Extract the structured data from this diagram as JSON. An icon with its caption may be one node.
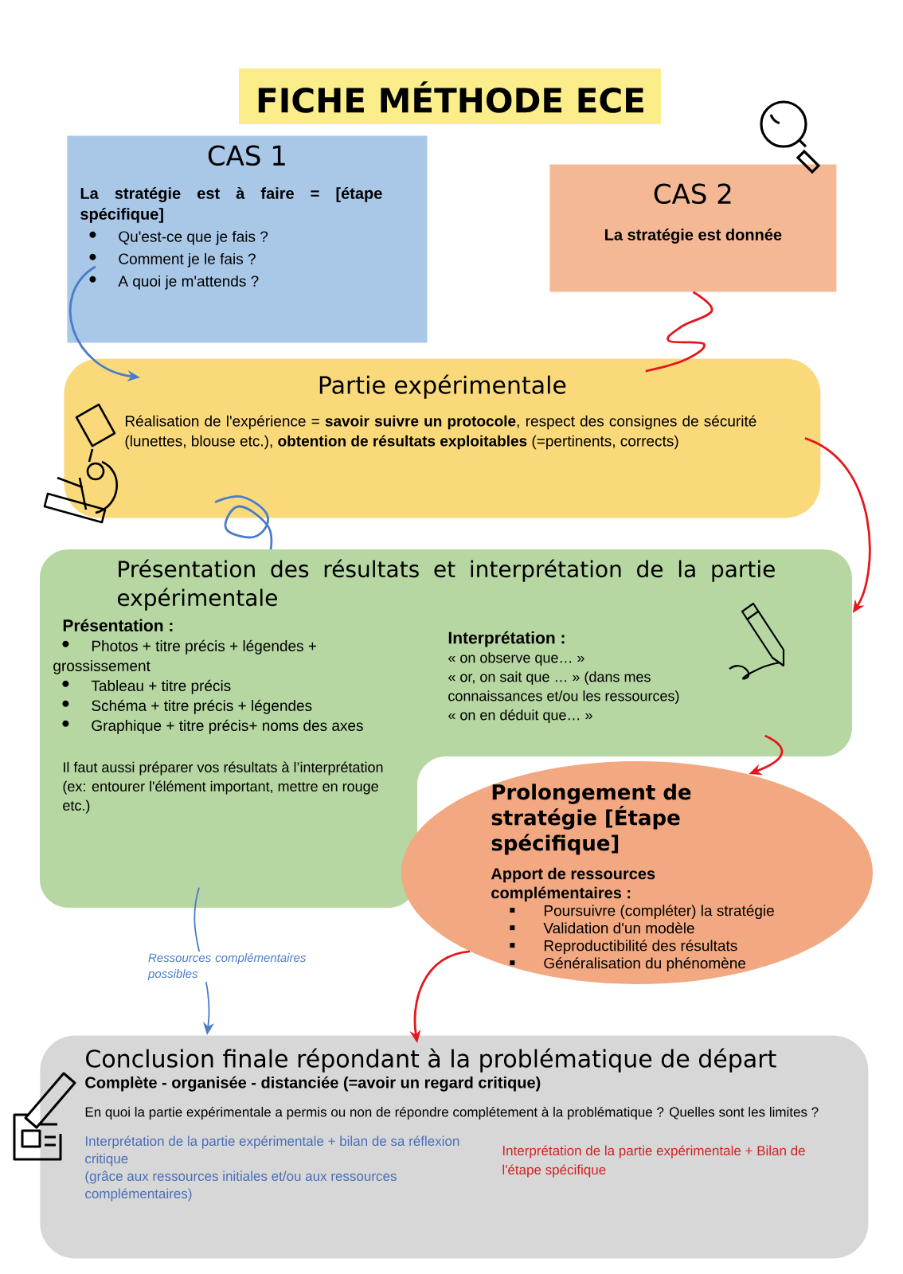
{
  "diagram": {
    "title": "FICHE MÉTHODE ECE",
    "nodes": [
      {
        "text": [
          "CAS 1",
          "La stratégie est à faire = [étape spécifique]",
          "Qu'est-ce que je fais ?",
          "Comment je le fais ?",
          "A quoi je m'attends ?"
        ]
      },
      {
        "text": [
          "CAS 2",
          "La stratégie est donnée"
        ]
      },
      {
        "text": [
          "Partie expérimentale",
          "Réalisation de l'expérience = **savoir suivre un protocole**, respect des consignes de sécurité (lunettes, blouse etc.), **obtention de résultats exploitables** (=pertinents, corrects)"
        ]
      },
      {
        "text": [
          "Présentation des résultats et interprétation de la partie expérimentale",
          "Présentation :",
          "Photos + titre précis + légendes + grossissement",
          "Tableau + titre précis",
          "Schéma + titre précis + légendes",
          "Graphique + titre précis+ noms des axes",
          "Interprétation :",
          "« on observe que… »",
          "« or, on sait que … » (dans mes connaissances et/ou les ressources)",
          "« on en déduit que… »",
          "Il faut aussi préparer vos résultats à l’interprétation (ex: entourer l'élément important, mettre en rouge etc.)"
        ]
      },
      {
        "text": [
          "Prolongement de stratégie [Étape spécifique]",
          "Apport de ressources complémentaires :",
          "Poursuivre (compléter) la stratégie",
          "Validation d'un modèle",
          "Reproductibilité des résultats",
          "Généralisation du phénomène"
        ]
      },
      {
        "text": [
          "Conclusion finale répondant à la problématique de départ",
          "Complète - organisée - distanciée (=avoir un regard critique)",
          "En quoi la partie expérimentale a permis ou non de répondre complétement à la problématique ? Quelles sont les limites ?",
          "Interprétation de la partie expérimentale + bilan de sa réflexion critique",
          "(grâce aux ressources initiales et/ou aux ressources complémentaires)",
          "Interprétation de la partie expérimentale + Bilan de l'étape spécifique"
        ]
      }
    ],
    "edges": [
      {
        "from": 0,
        "to": 2,
        "arrow": "to",
        "color": "#4a7cc9"
      },
      {
        "from": 1,
        "to": 2,
        "arrow": "none"
      },
      {
        "from": 2,
        "to": 3,
        "arrow": "none",
        "color": "#4a7cc9"
      },
      {
        "from": 2,
        "to": 3,
        "arrow": "to"
      },
      {
        "from": 3,
        "to": 4,
        "arrow": "to"
      },
      {
        "from": 4,
        "to": 5,
        "arrow": "to"
      },
      {
        "from": 3,
        "to": 5,
        "arrow": "to",
        "label": "Ressources complémentaires possibles",
        "color": "#4a7cc9"
      }
    ]
  }
}
